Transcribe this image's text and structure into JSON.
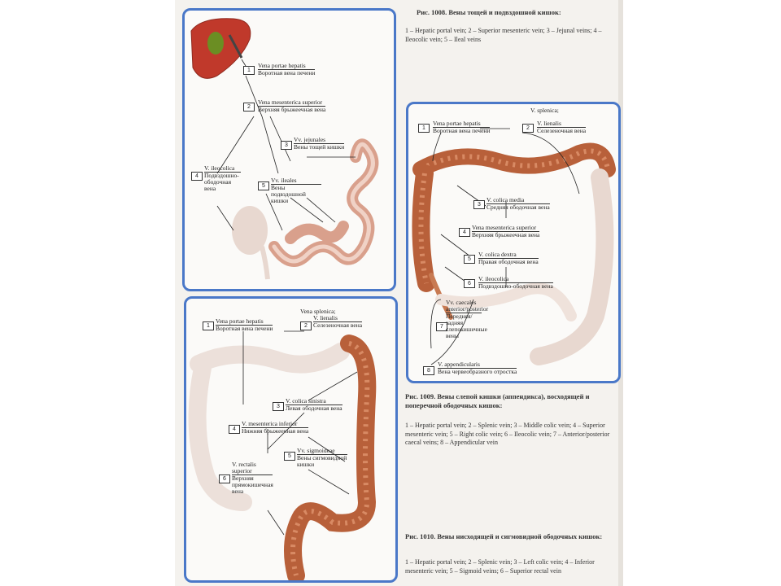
{
  "figure_1008": {
    "title": "Рис. 1008. Вены тощей и подвздошной кишок:",
    "legend": "1 – Hepatic portal vein; 2 – Superior mesenteric vein; 3 – Jejunal veins; 4 – Ileocolic vein; 5 – Ileal veins",
    "labels": [
      {
        "num": "1",
        "lat": "Vena portae hepatis",
        "ru": "Воротная вена печени"
      },
      {
        "num": "2",
        "lat": "Vena mesenterica superior",
        "ru": "Верхняя брыжеечная вена"
      },
      {
        "num": "3",
        "lat": "Vv. jejunales",
        "ru": "Вены тощей кишки"
      },
      {
        "num": "4",
        "lat": "V. ileocolica",
        "ru": "Подвздошно-ободочная вена"
      },
      {
        "num": "5",
        "lat": "Vv. ileales",
        "ru": "Вены подвздошной кишки"
      }
    ]
  },
  "figure_1009": {
    "title": "Рис. 1009. Вены слепой кишки (аппендикса), восходящей и поперечной ободочных кишок:",
    "legend": "1 – Hepatic portal vein; 2 – Splenic vein; 3 – Middle colic vein; 4 – Superior mesenteric vein; 5 – Right colic vein; 6 – Ileocolic vein; 7 – Anterior/posterior caecal veins; 8 – Appendicular vein",
    "labels": [
      {
        "num": "1",
        "lat": "Vena portae hepatis",
        "ru": "Воротная вена печени"
      },
      {
        "num": "2",
        "lat": "V. lienalis",
        "ru": "Селезеночная вена"
      },
      {
        "num": "3",
        "lat": "V. colica media",
        "ru": "Средняя ободочная вена"
      },
      {
        "num": "4",
        "lat": "Vena mesenterica superior",
        "ru": "Верхняя брыжеечная вена"
      },
      {
        "num": "5",
        "lat": "V. colica dextra",
        "ru": "Правая ободочная вена"
      },
      {
        "num": "6",
        "lat": "V. ileocolica",
        "ru": "Подвздошно-ободочная вена"
      },
      {
        "num": "7",
        "lat": "Vv. caecales anterior/posterior",
        "ru": "Передняя/задняя слепокишечные вены"
      },
      {
        "num": "8",
        "lat": "V. appendicularis",
        "ru": "Вена червеобразного отростка"
      }
    ],
    "extra": "V. splenica;"
  },
  "figure_1010": {
    "title": "Рис. 1010. Вены нисходящей и сигмовидной ободочных кишок:",
    "legend": "1 – Hepatic portal vein; 2 – Splenic vein; 3 – Left colic vein; 4 – Inferior mesenteric vein; 5 – Sigmoid veins; 6 – Superior rectal vein",
    "labels": [
      {
        "num": "1",
        "lat": "Vena portae hepatis",
        "ru": "Воротная вена печени"
      },
      {
        "num": "2",
        "lat": "V. lienalis",
        "ru": "Селезеночная вена"
      },
      {
        "num": "3",
        "lat": "V. colica sinistra",
        "ru": "Левая ободочная вена"
      },
      {
        "num": "4",
        "lat": "V. mesenterica inferior",
        "ru": "Нижняя брыжеечная вена"
      },
      {
        "num": "5",
        "lat": "Vv. sigmoideae",
        "ru": "Вены сигмовидной кишки"
      },
      {
        "num": "6",
        "lat": "V. rectalis superior",
        "ru": "Верхняя прямокишечная вена"
      }
    ],
    "extra": "Vena splenica;"
  },
  "colors": {
    "panel_border": "#4a78c8",
    "intestine": "#b8603a",
    "intestine_faded": "#e8d8d0",
    "liver": "#c0392b",
    "gallbladder": "#6b8e23"
  }
}
